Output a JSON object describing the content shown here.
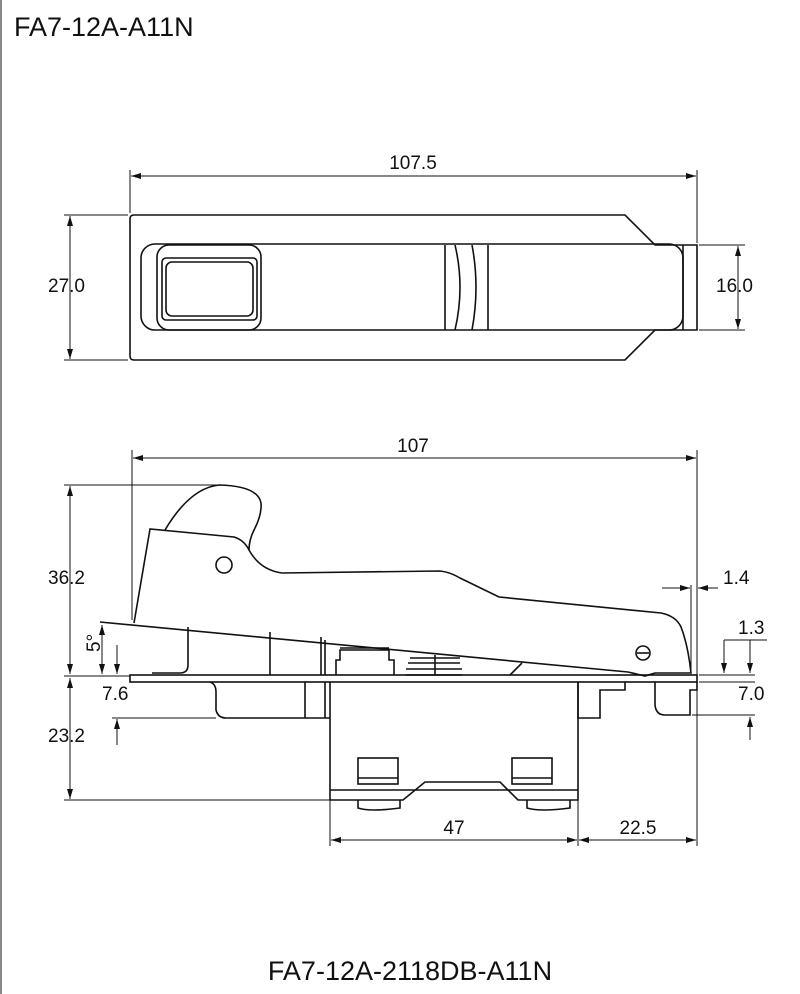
{
  "top_title": "FA7-12A-A11N",
  "bottom_title": "FA7-12A-2118DB-A11N",
  "top_view": {
    "width": "107.5",
    "height": "27.0",
    "tab_height": "16.0"
  },
  "side_view": {
    "length": "107",
    "height_above": "36.2",
    "angle": "5°",
    "plate_offset": "7.6",
    "height_below": "23.2",
    "lever_gap": "1.4",
    "plate_thickness": "1.3",
    "bracket_depth": "7.0",
    "body_width": "47",
    "body_offset": "22.5"
  }
}
